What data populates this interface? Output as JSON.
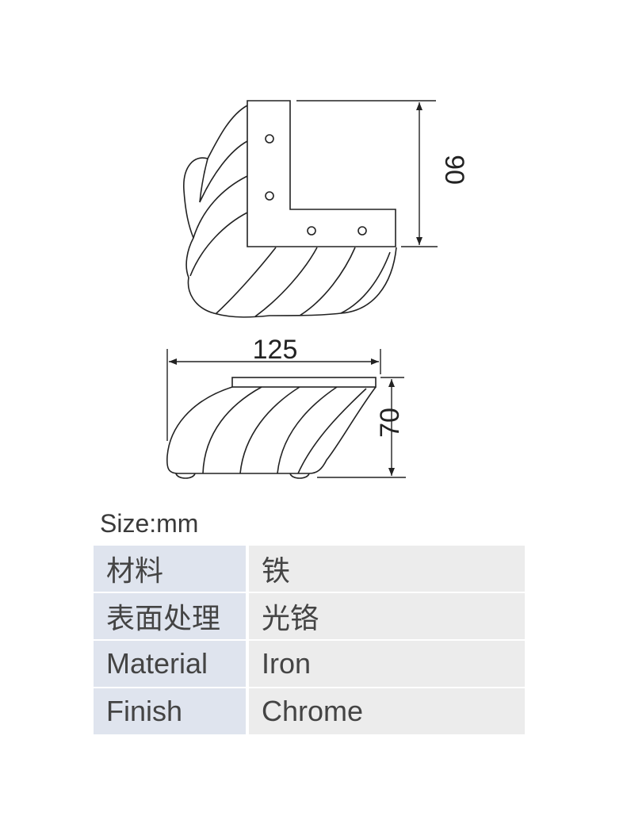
{
  "dimensions": {
    "height_top": "90",
    "width_front": "125",
    "height_front": "70"
  },
  "size_label": "Size:mm",
  "specs": [
    {
      "key": "材料",
      "value": "铁"
    },
    {
      "key": "表面处理",
      "value": "光铬"
    },
    {
      "key": "Material",
      "value": "Iron"
    },
    {
      "key": "Finish",
      "value": "Chrome"
    }
  ],
  "colors": {
    "key_cell": "#dfe4ee",
    "value_cell": "#ececec",
    "line": "#222222"
  }
}
